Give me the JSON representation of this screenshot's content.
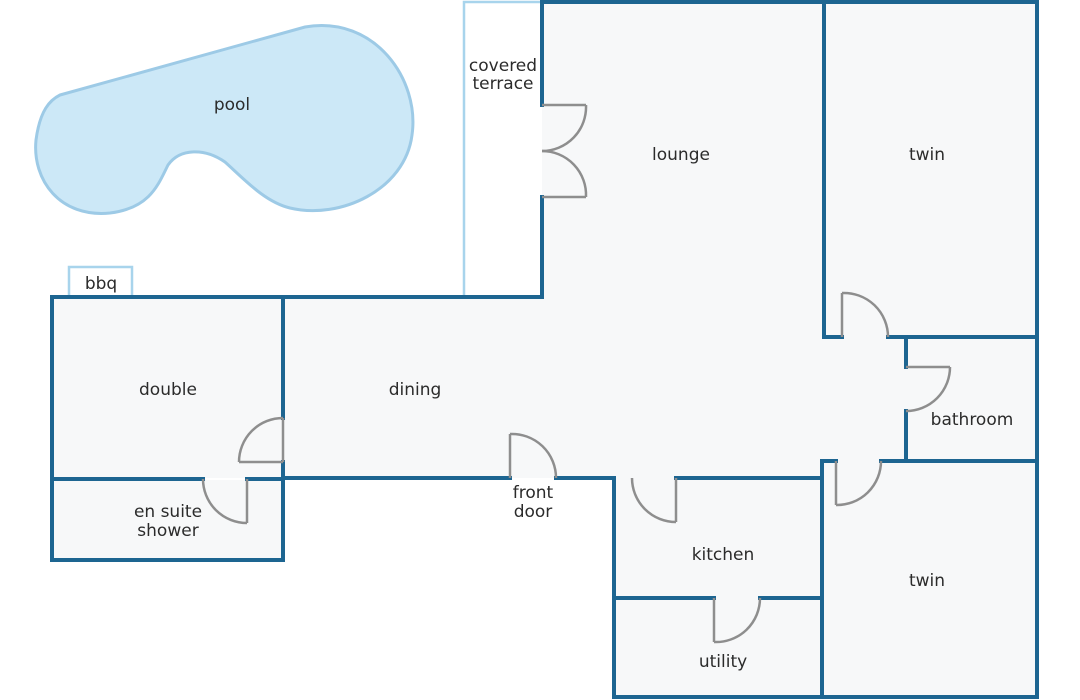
{
  "colors": {
    "wall": "#1d6591",
    "floor": "#f7f8f9",
    "pool_fill": "#cce8f7",
    "pool_edge": "#9dcae6",
    "terrace_edge": "#a8d4ec",
    "door": "#8e8e8e",
    "text": "#2b2b2b"
  },
  "rooms": {
    "pool": "pool",
    "bbq": "bbq",
    "covered_terrace": [
      "covered",
      "terrace"
    ],
    "lounge": "lounge",
    "twin_top": "twin",
    "double": "double",
    "dining": "dining",
    "bathroom": "bathroom",
    "en_suite_shower": [
      "en suite",
      "shower"
    ],
    "front_door": [
      "front",
      "door"
    ],
    "kitchen": "kitchen",
    "twin_bottom": "twin",
    "utility": "utility"
  }
}
